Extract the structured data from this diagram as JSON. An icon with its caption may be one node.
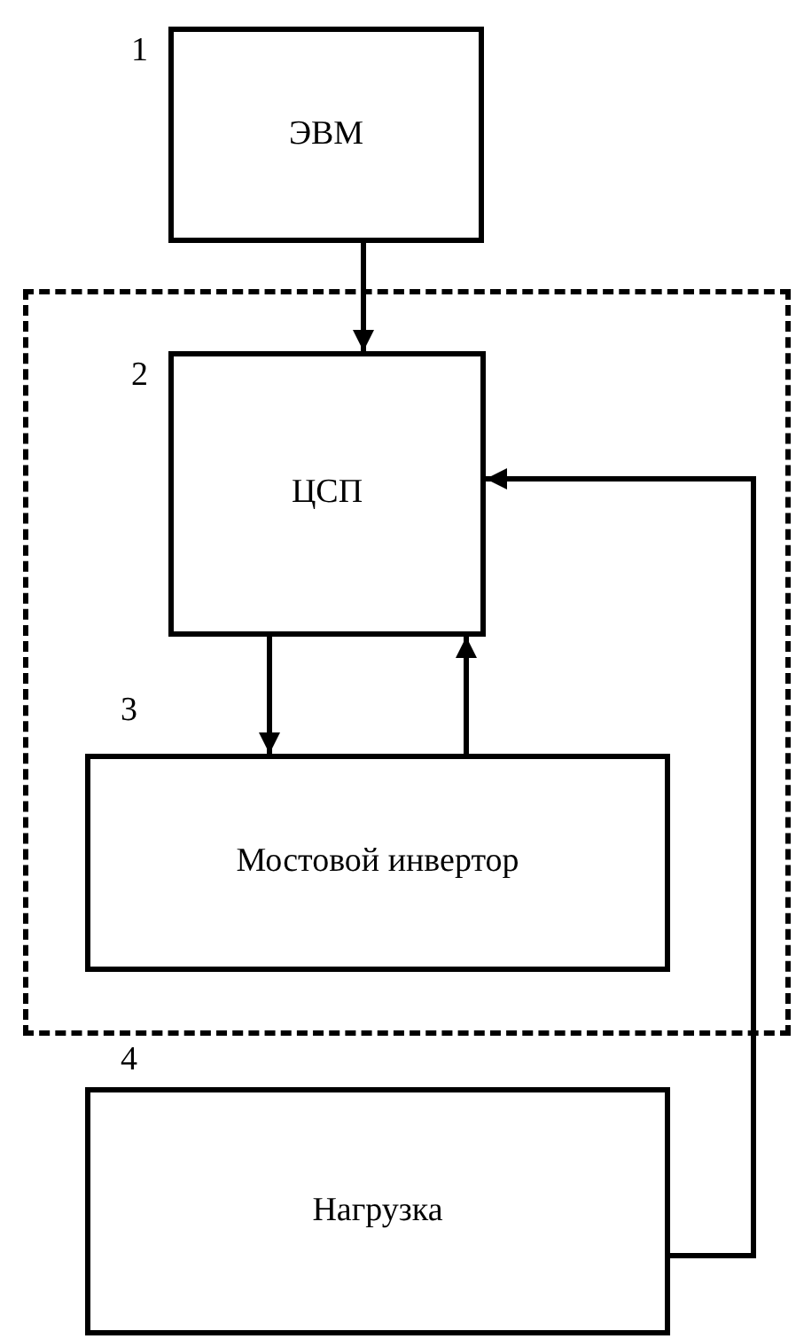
{
  "diagram": {
    "nodes": [
      {
        "text": [
          "ЭВМ"
        ],
        "beside": [
          "1"
        ]
      },
      {
        "text": [],
        "shape": "box"
      },
      {
        "text": [
          "ЦСП"
        ],
        "beside": [
          "2"
        ],
        "in": 1
      },
      {
        "text": [
          "Мостовой инвертор"
        ],
        "beside": [
          "3"
        ],
        "in": 1
      },
      {
        "text": [
          "Нагрузка"
        ],
        "beside": [
          "4"
        ]
      }
    ],
    "edges": [
      {
        "from": 0,
        "to": 2,
        "arrow": "to"
      },
      {
        "from": 2,
        "to": 3,
        "arrow": "to"
      },
      {
        "from": 3,
        "to": 2,
        "arrow": "to"
      },
      {
        "from": 4,
        "to": 2,
        "arrow": "to"
      }
    ]
  }
}
